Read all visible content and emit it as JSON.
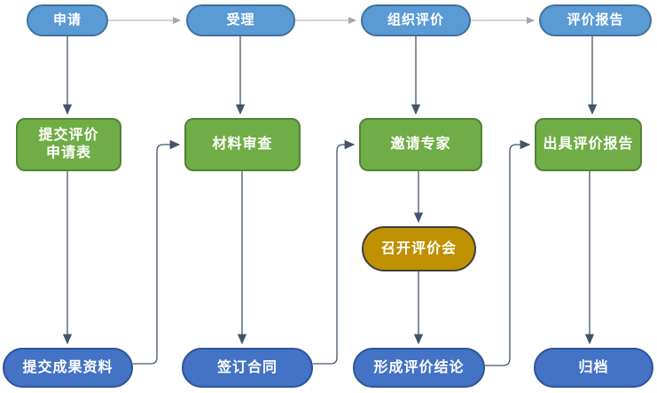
{
  "diagram": {
    "type": "flowchart",
    "background": "#FFFFFF",
    "colors": {
      "stage_pill_fill": "#5B9BD5",
      "stage_pill_border": "#41719C",
      "process_fill": "#70AD47",
      "process_border": "#548235",
      "meeting_fill": "#BF9000",
      "meeting_border": "#3F3F3F",
      "result_fill": "#4472C4",
      "result_border": "#2F5597",
      "arrow_dark": "#44546A",
      "arrow_light": "#A6A6A6",
      "text": "#FFFFFF"
    },
    "nodes": {
      "apply": {
        "label": "申请",
        "shape": "stadium",
        "role": "stage"
      },
      "accept": {
        "label": "受理",
        "shape": "stadium",
        "role": "stage"
      },
      "organize": {
        "label": "组织评价",
        "shape": "stadium",
        "role": "stage"
      },
      "report": {
        "label": "评价报告",
        "shape": "stadium",
        "role": "stage"
      },
      "submit_form": {
        "lines": [
          "提交评价",
          "申请表"
        ],
        "shape": "rounded-rect",
        "role": "process"
      },
      "material_review": {
        "label": "材料审查",
        "shape": "rounded-rect",
        "role": "process"
      },
      "invite_experts": {
        "label": "邀请专家",
        "shape": "rounded-rect",
        "role": "process"
      },
      "issue_report": {
        "label": "出具评价报告",
        "shape": "rounded-rect",
        "role": "process"
      },
      "meeting": {
        "label": "召开评价会",
        "shape": "stadium",
        "role": "meeting"
      },
      "submit_materials": {
        "label": "提交成果资料",
        "shape": "stadium",
        "role": "result"
      },
      "sign_contract": {
        "label": "签订合同",
        "shape": "stadium",
        "role": "result"
      },
      "conclusion": {
        "label": "形成评价结论",
        "shape": "stadium",
        "role": "result"
      },
      "archive": {
        "label": "归档",
        "shape": "stadium",
        "role": "result"
      }
    },
    "edges": [
      {
        "from": "apply",
        "to": "accept",
        "style": "light",
        "path": "straight"
      },
      {
        "from": "accept",
        "to": "organize",
        "style": "light",
        "path": "straight"
      },
      {
        "from": "organize",
        "to": "report",
        "style": "light",
        "path": "straight"
      },
      {
        "from": "apply",
        "to": "submit_form",
        "style": "dark",
        "path": "straight"
      },
      {
        "from": "submit_form",
        "to": "submit_materials",
        "style": "dark",
        "path": "straight"
      },
      {
        "from": "submit_materials",
        "to": "material_review",
        "style": "dark",
        "path": "elbow"
      },
      {
        "from": "accept",
        "to": "material_review",
        "style": "dark",
        "path": "straight"
      },
      {
        "from": "material_review",
        "to": "sign_contract",
        "style": "dark",
        "path": "straight"
      },
      {
        "from": "sign_contract",
        "to": "invite_experts",
        "style": "dark",
        "path": "elbow"
      },
      {
        "from": "organize",
        "to": "invite_experts",
        "style": "dark",
        "path": "straight"
      },
      {
        "from": "invite_experts",
        "to": "meeting",
        "style": "dark",
        "path": "straight"
      },
      {
        "from": "meeting",
        "to": "conclusion",
        "style": "dark",
        "path": "straight"
      },
      {
        "from": "conclusion",
        "to": "issue_report",
        "style": "dark",
        "path": "elbow"
      },
      {
        "from": "report",
        "to": "issue_report",
        "style": "dark",
        "path": "straight"
      },
      {
        "from": "issue_report",
        "to": "archive",
        "style": "dark",
        "path": "straight"
      }
    ]
  }
}
